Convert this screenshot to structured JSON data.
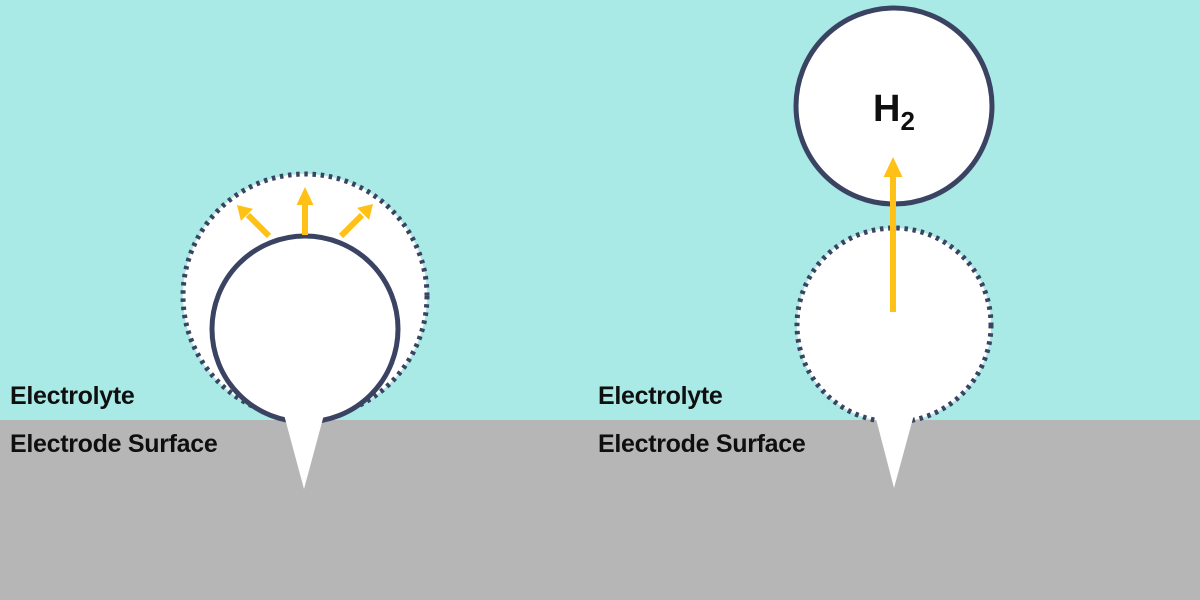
{
  "colors": {
    "electrolyte": "#A9E9E6",
    "electrode": "#B6B6B6",
    "bubble_fill": "#FFFFFF",
    "bubble_outline": "#3A4462",
    "arrow": "#FFC116",
    "label_text": "#0F0F0F"
  },
  "panels": {
    "growth": {
      "electrolyte_label": "Electrolyte",
      "electrode_label": "Electrode Surface"
    },
    "detachment": {
      "electrolyte_label": "Electrolyte",
      "electrode_label": "Electrode Surface",
      "molecule": {
        "symbol": "H",
        "subscript": "2"
      }
    }
  }
}
